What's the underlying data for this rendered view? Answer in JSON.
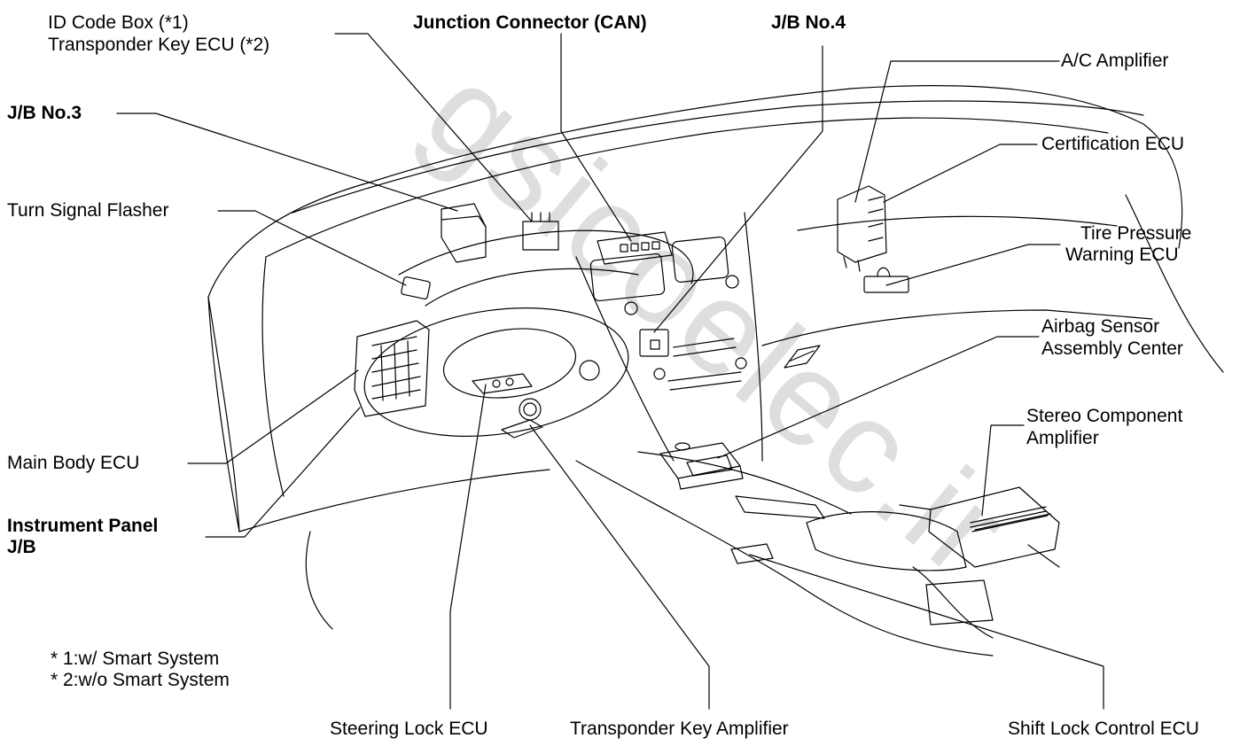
{
  "colors": {
    "line": "#000000",
    "background": "#ffffff",
    "watermark": "#dedede"
  },
  "watermark": "gsicoelec.ir",
  "labels": {
    "id_code_box_line1": "ID Code Box (*1)",
    "id_code_box_line2": "Transponder Key ECU (*2)",
    "junction_connector": "Junction Connector (CAN)",
    "jb_no4": "J/B No.4",
    "ac_amplifier": "A/C Amplifier",
    "jb_no3": "J/B No.3",
    "certification_ecu": "Certification ECU",
    "turn_signal_flasher": "Turn Signal Flasher",
    "tire_pressure_line1": "Tire Pressure",
    "tire_pressure_line2": "Warning ECU",
    "airbag_line1": "Airbag Sensor",
    "airbag_line2": "Assembly Center",
    "stereo_line1": "Stereo Component",
    "stereo_line2": "Amplifier",
    "main_body_ecu": "Main Body ECU",
    "instrument_panel_line1": "Instrument Panel",
    "instrument_panel_line2": "J/B",
    "steering_lock_ecu": "Steering Lock ECU",
    "transponder_key_amplifier": "Transponder Key Amplifier",
    "shift_lock_control_ecu": "Shift Lock Control ECU"
  },
  "footnotes": {
    "note1": "* 1:w/ Smart System",
    "note2": "* 2:w/o Smart System"
  }
}
